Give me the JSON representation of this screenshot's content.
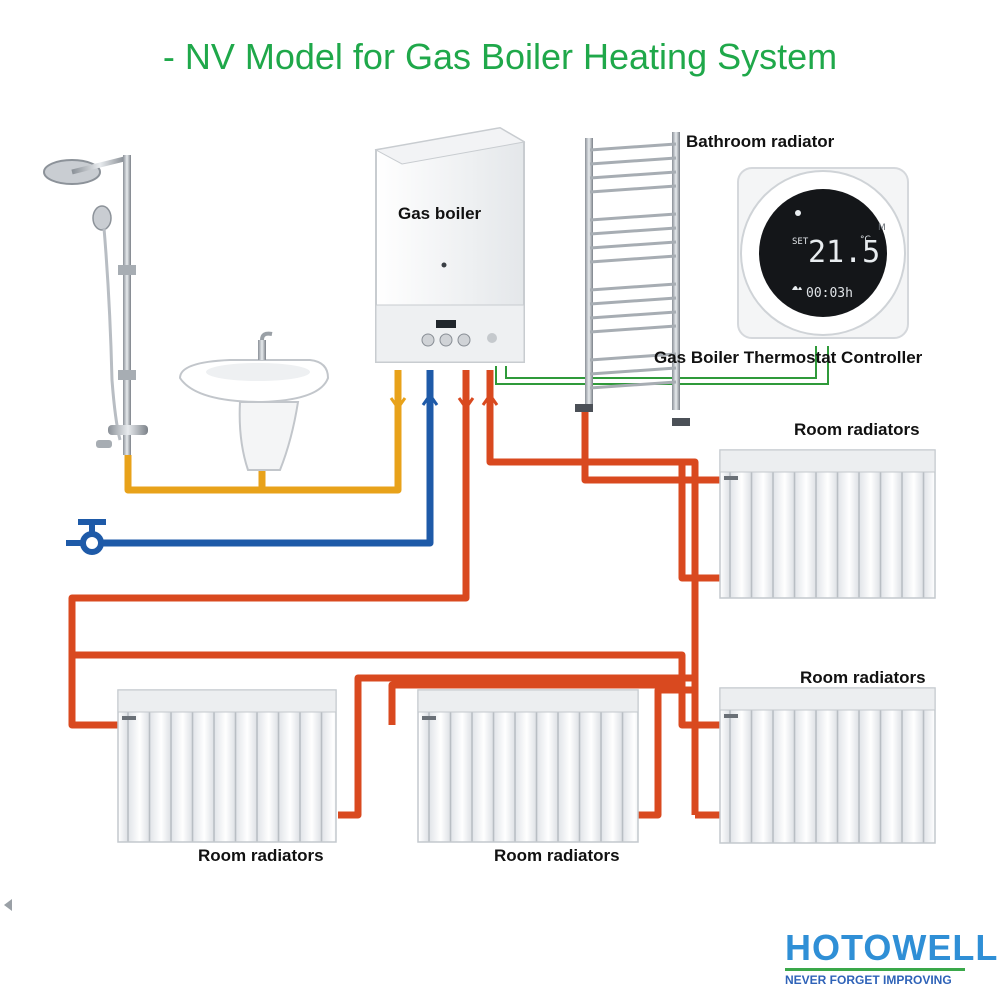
{
  "title": "- NV Model for Gas Boiler Heating System",
  "labels": {
    "gas_boiler": "Gas boiler",
    "bathroom_radiator": "Bathroom radiator",
    "thermostat_controller": "Gas  Boiler Thermostat Controller",
    "room_radiators_1": "Room radiators",
    "room_radiators_2": "Room radiators",
    "room_radiators_3": "Room radiators",
    "room_radiators_4": "Room radiators"
  },
  "thermostat": {
    "temperature": "21.5",
    "unit": "°C",
    "timer": "00:03h",
    "set_label": "SET",
    "mode_key": "M"
  },
  "brand": {
    "name": "HOTOWELL",
    "tagline": "NEVER FORGET IMPROVING"
  },
  "colors": {
    "title": "#1fa84a",
    "hot_pipe": "#d9491f",
    "cold_pipe": "#1e5aa8",
    "domestic_hot_pipe": "#e8a21a",
    "control_wire": "#2f9a3a",
    "brand_blue": "#2f8fd6",
    "brand_green": "#3aa84a"
  }
}
